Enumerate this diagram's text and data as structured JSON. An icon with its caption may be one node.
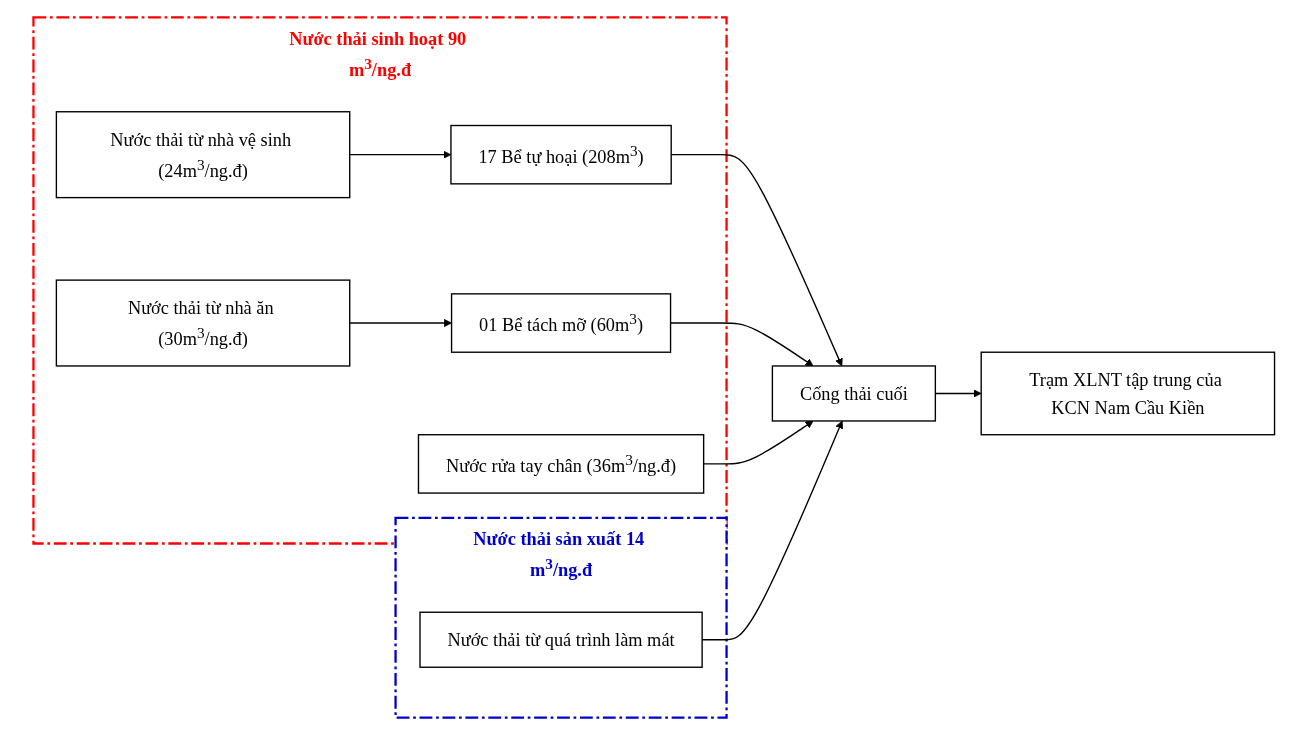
{
  "diagram": {
    "nodes": [
      {
        "text": [
          "Nước thải sinh hoạt 90 m$^{3}$/ng.đ"
        ]
      },
      {
        "text": [
          "Nước thải từ nhà vệ sinh (24m$^{3}$/ng.đ)"
        ],
        "in": 0
      },
      {
        "text": [
          "17 Bể tự hoại (208m$^{3}$)"
        ],
        "in": 0
      },
      {
        "text": [
          "Nước thải từ nhà ăn (30m$^{3}$/ng.đ)"
        ],
        "in": 0
      },
      {
        "text": [
          "01 Bể tách mỡ (60m$^{3}$)"
        ],
        "in": 0
      },
      {
        "text": [
          "Nước rửa tay chân (36m$^{3}$/ng.đ)"
        ],
        "in": 0
      },
      {
        "text": [
          "Nước thải sản xuất 14 m$^{3}$/ng.đ"
        ]
      },
      {
        "text": [
          "Nước thải từ quá trình làm mát"
        ],
        "in": 6
      },
      {
        "text": [
          "Cống thải cuối"
        ]
      },
      {
        "text": [
          "Trạm XLNT tập trung của KCN Nam Cầu Kiền"
        ]
      }
    ],
    "edges": [
      {
        "from": 1,
        "to": 2,
        "arrow": "to"
      },
      {
        "from": 3,
        "to": 4,
        "arrow": "to"
      },
      {
        "from": 2,
        "to": 8,
        "arrow": "to"
      },
      {
        "from": 4,
        "to": 8,
        "arrow": "to"
      },
      {
        "from": 5,
        "to": 8,
        "arrow": "to"
      },
      {
        "from": 7,
        "to": 8,
        "arrow": "to"
      },
      {
        "from": 8,
        "to": 9,
        "arrow": "to"
      }
    ]
  }
}
